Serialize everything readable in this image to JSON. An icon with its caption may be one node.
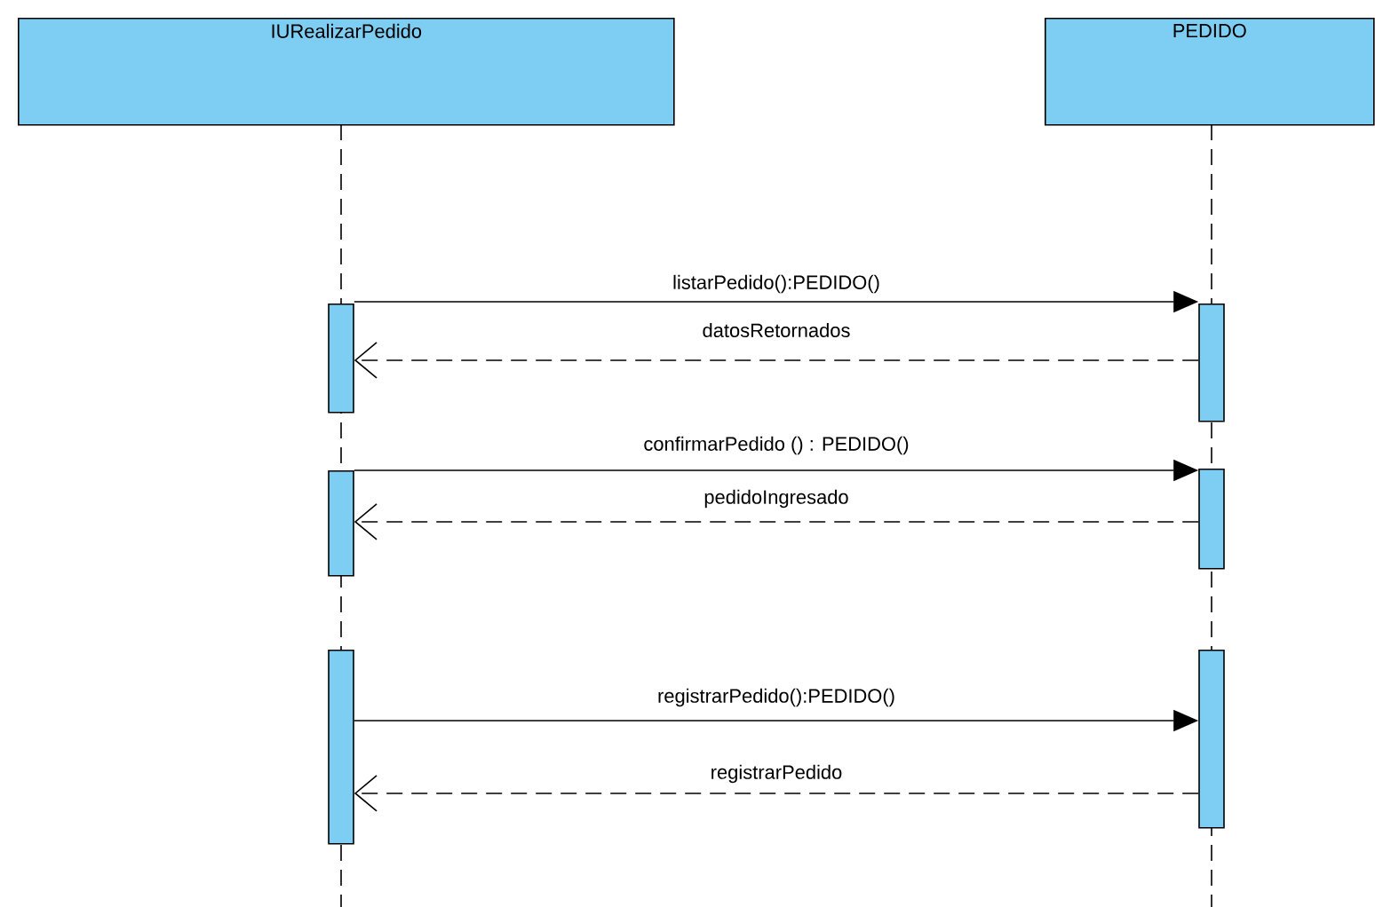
{
  "diagram": {
    "nodes": [
      {
        "text": [
          "IURealizarPedido"
        ]
      },
      {
        "text": [
          "PEDIDO"
        ]
      },
      {
        "text": [],
        "shape": "bar"
      },
      {
        "text": [],
        "shape": "bar"
      },
      {
        "text": [],
        "shape": "bar"
      },
      {
        "text": [],
        "shape": "bar"
      },
      {
        "text": [],
        "shape": "bar"
      },
      {
        "text": [],
        "shape": "bar"
      }
    ],
    "edges": [
      {
        "from": 2,
        "to": 3,
        "arrow": "to",
        "label": "listarPedido():PEDIDO()"
      },
      {
        "from": 3,
        "to": 2,
        "arrow": "to",
        "label": "datosRetornados",
        "style": "dashed"
      },
      {
        "from": 4,
        "to": 5,
        "arrow": "to",
        "label": "confirmarPedido () : PEDIDO()"
      },
      {
        "from": 5,
        "to": 4,
        "arrow": "to",
        "label": "pedidoIngresado",
        "style": "dashed"
      },
      {
        "from": 6,
        "to": 7,
        "arrow": "to",
        "label": "registrarPedido():PEDIDO()"
      },
      {
        "from": 7,
        "to": 6,
        "arrow": "to",
        "label": "registrarPedido",
        "style": "dashed"
      }
    ]
  }
}
